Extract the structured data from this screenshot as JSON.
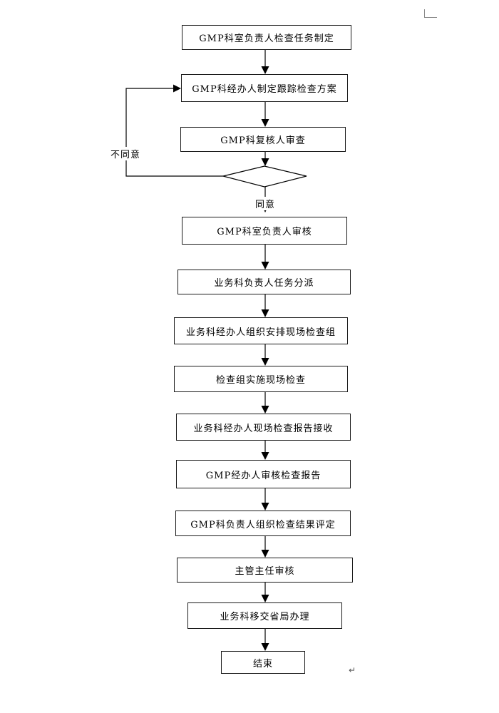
{
  "flowchart": {
    "steps": [
      {
        "label": "GMP科室负责人检查任务制定"
      },
      {
        "label": "GMP科经办人制定跟踪检查方案"
      },
      {
        "label": "GMP科复核人审查"
      },
      {
        "label": "GMP科室负责人审核"
      },
      {
        "label": "业务科负责人任务分派"
      },
      {
        "label": "业务科经办人组织安排现场检查组"
      },
      {
        "label": "检查组实施现场检查"
      },
      {
        "label": "业务科经办人现场检查报告接收"
      },
      {
        "label": "GMP经办人审核检查报告"
      },
      {
        "label": "GMP科负责人组织检查结果评定"
      },
      {
        "label": "主管主任审核"
      },
      {
        "label": "业务科移交省局办理"
      },
      {
        "label": "结束"
      }
    ],
    "decision": {
      "approve_label": "同意",
      "reject_label": "不同意"
    }
  },
  "marks": {
    "paragraph_return": "↵"
  },
  "colors": {
    "line": "#000000",
    "box_border": "#1a1a1a",
    "text": "#000000",
    "margin_mark": "#8a8a8a"
  }
}
